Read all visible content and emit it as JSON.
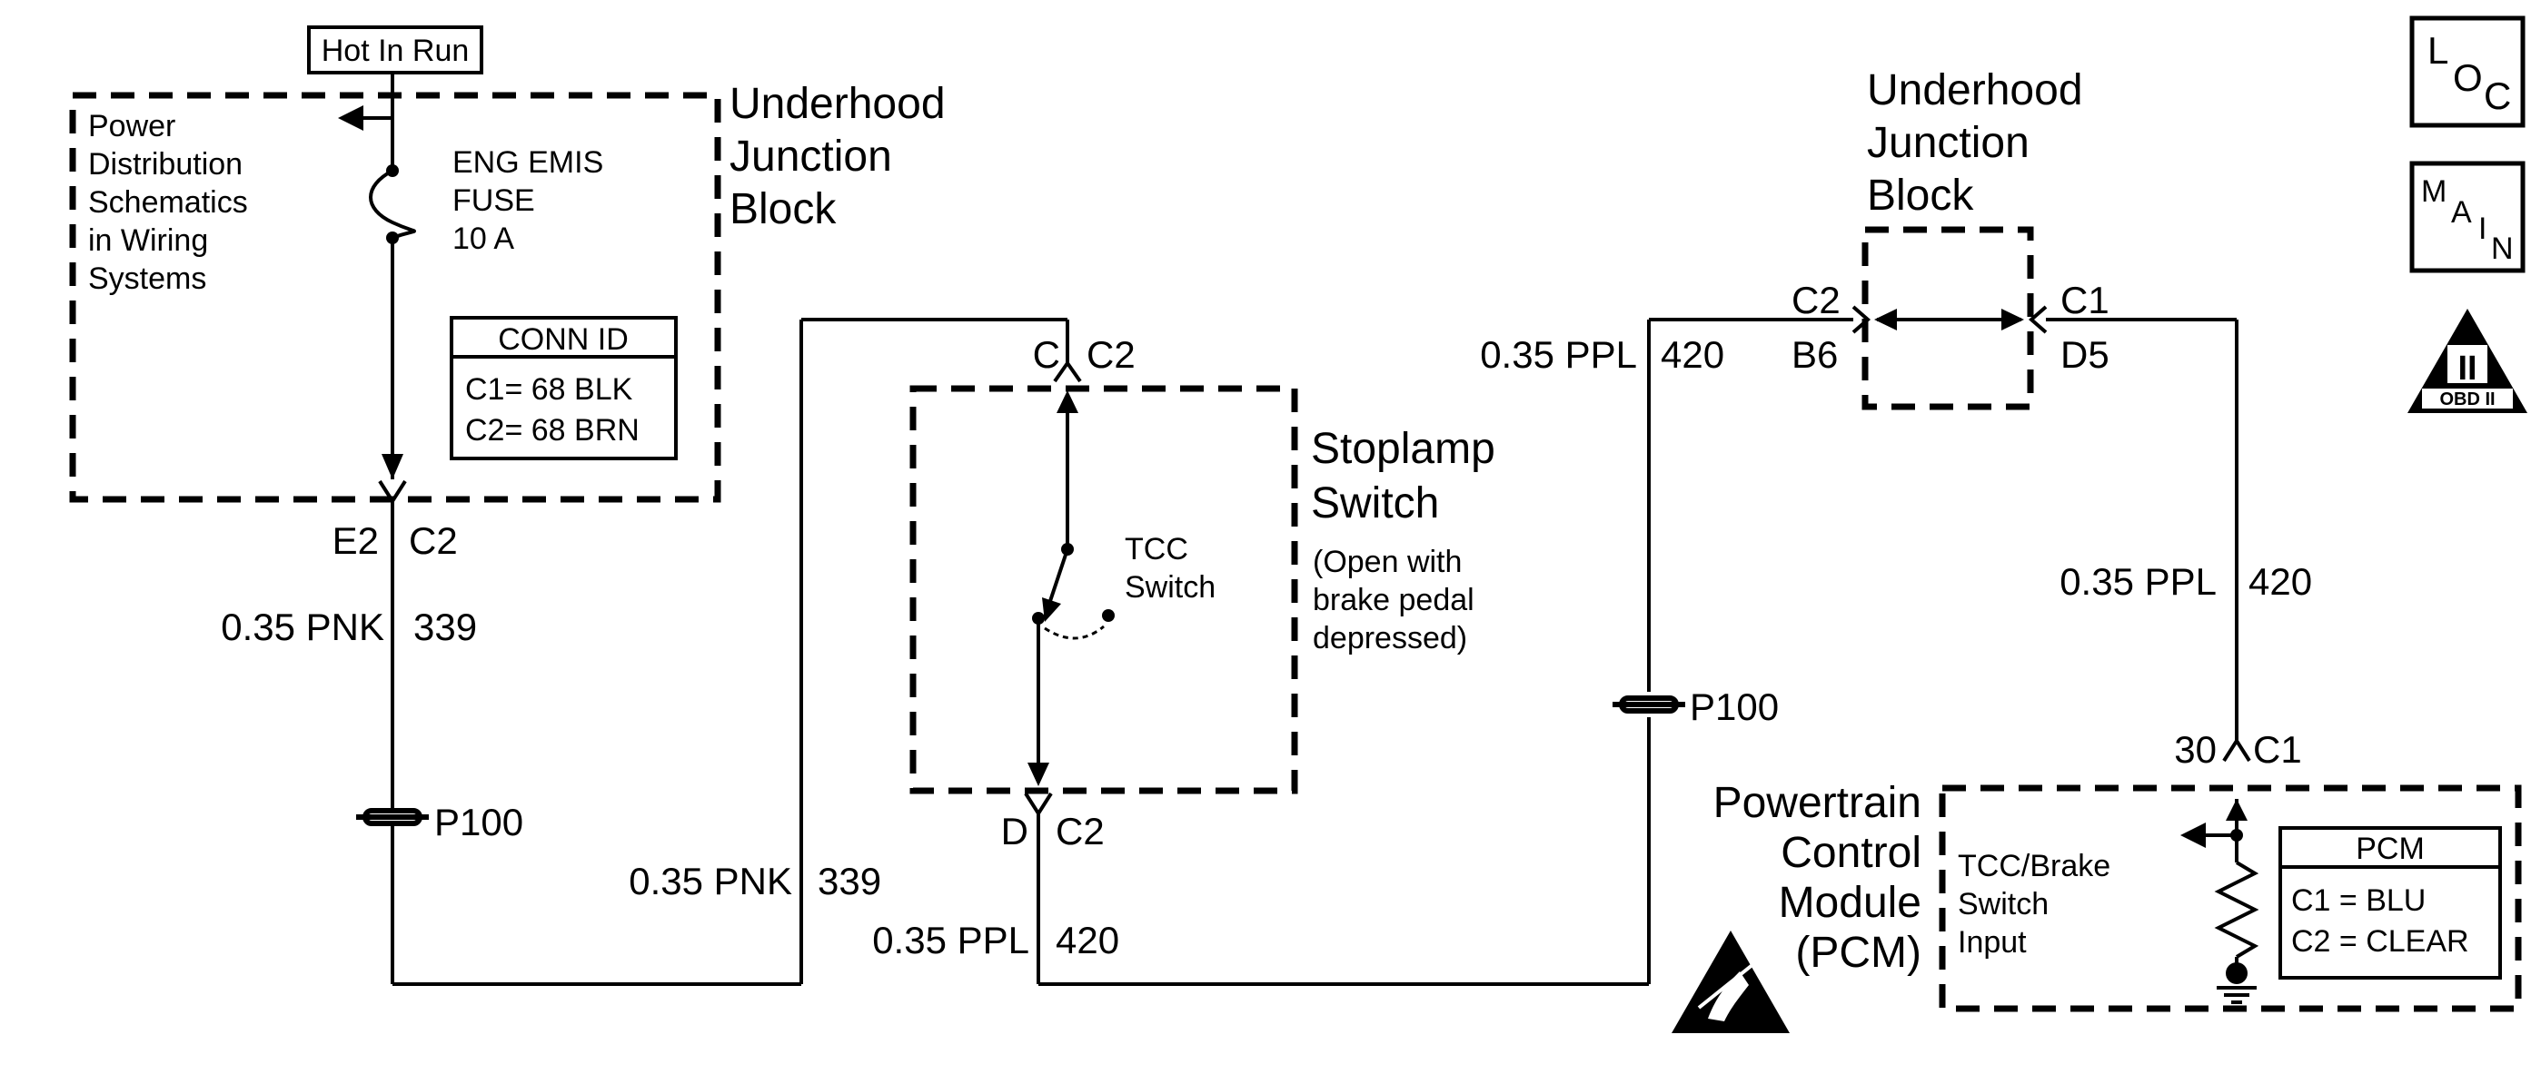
{
  "hot_label": "Hot In Run",
  "power_dist": {
    "line1": "Power",
    "line2": "Distribution",
    "line3": "Schematics",
    "line4": "in Wiring",
    "line5": "Systems"
  },
  "fuse": {
    "line1": "ENG EMIS",
    "line2": "FUSE",
    "line3": "10 A"
  },
  "conn_id_left": {
    "title": "CONN ID",
    "c1": "C1= 68 BLK",
    "c2": "C2= 68 BRN"
  },
  "ujb_left": {
    "line1": "Underhood",
    "line2": "Junction",
    "line3": "Block"
  },
  "ujb_right": {
    "line1": "Underhood",
    "line2": "Junction",
    "line3": "Block"
  },
  "connectors": {
    "e2": "E2",
    "e2_c2": "C2",
    "c_top": "C",
    "c_top_c2": "C2",
    "d_bot": "D",
    "d_bot_c2": "C2",
    "ujb_c2": "C2",
    "ujb_b6": "B6",
    "ujb_c1": "C1",
    "ujb_d5": "D5",
    "pcm_30": "30",
    "pcm_c1": "C1"
  },
  "wires": {
    "w1_gauge": "0.35 PNK",
    "w1_circuit": "339",
    "w2_gauge": "0.35 PNK",
    "w2_circuit": "339",
    "w3_gauge": "0.35 PPL",
    "w3_circuit": "420",
    "w4_gauge": "0.35 PPL",
    "w4_circuit": "420",
    "w5_gauge": "0.35 PPL",
    "w5_circuit": "420"
  },
  "splices": {
    "left": "P100",
    "mid": "P100"
  },
  "stoplamp": {
    "line1": "Stoplamp",
    "line2": "Switch",
    "note1": "(Open with",
    "note2": "brake pedal",
    "note3": "depressed)"
  },
  "tcc_switch": {
    "line1": "TCC",
    "line2": "Switch"
  },
  "pcm": {
    "line1": "Powertrain",
    "line2": "Control",
    "line3": "Module",
    "line4": "(PCM)",
    "input1": "TCC/Brake",
    "input2": "Switch",
    "input3": "Input"
  },
  "pcm_conn": {
    "title": "PCM",
    "c1": "C1 = BLU",
    "c2": "C2 = CLEAR"
  },
  "side_icons": {
    "loc": {
      "l": "L",
      "o": "O",
      "c": "C"
    },
    "main": {
      "m": "M",
      "a": "A",
      "i": "I",
      "n": "N"
    },
    "obd": {
      "roman": "II",
      "label": "OBD II"
    }
  }
}
